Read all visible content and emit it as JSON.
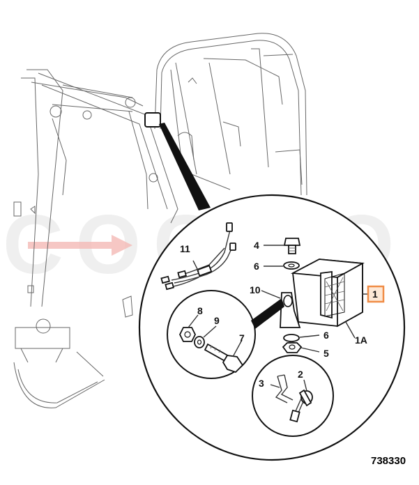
{
  "watermark": "COGITO",
  "reference_number": "738330",
  "callouts": {
    "p1": "1",
    "p1a": "1A",
    "p2": "2",
    "p3": "3",
    "p4": "4",
    "p5": "5",
    "p6_top": "6",
    "p6_bottom": "6",
    "p7": "7",
    "p8": "8",
    "p9": "9",
    "p10": "10",
    "p11": "11"
  },
  "colors": {
    "highlight_border": "#f08c46",
    "highlight_fill": "#fde8d6",
    "watermark_arrow": "#f4b9b5",
    "line": "#111111"
  }
}
